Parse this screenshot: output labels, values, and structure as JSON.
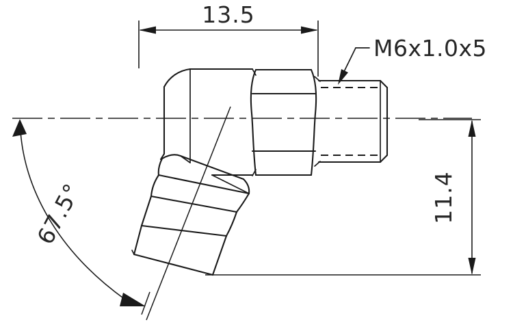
{
  "drawing": {
    "title": "67.5 degree elbow fitting orthographic view",
    "background_color": "#ffffff",
    "line_color": "#1a1a1a",
    "text_color": "#262626"
  },
  "dimensions": {
    "length": {
      "value": "13.5",
      "label": "13.5",
      "orientation": "horizontal",
      "position": "top"
    },
    "height": {
      "value": "11.4",
      "label": "11.4",
      "orientation": "vertical",
      "position": "right",
      "rotation_deg": -90
    },
    "angle": {
      "value": "67.5",
      "label": "67.5°",
      "orientation": "arc",
      "position": "left",
      "rotation_deg": -62
    }
  },
  "notes": {
    "thread_callout": {
      "label": "M6x1.0x5",
      "leader": "points-to-thread-root"
    }
  },
  "icons": {
    "arrow": "dimension-arrowhead",
    "leader": "leader-arrow"
  }
}
